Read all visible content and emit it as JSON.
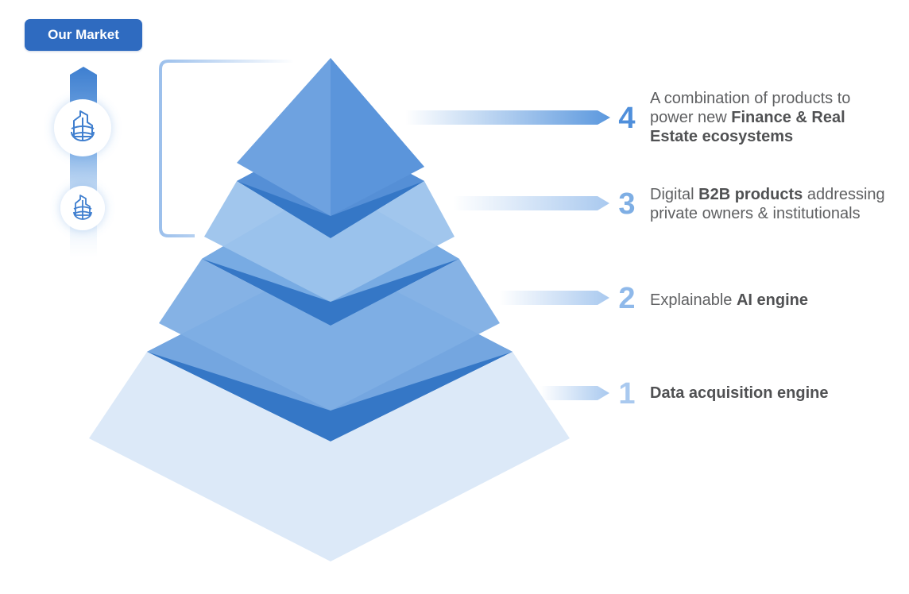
{
  "header": {
    "button_label": "Our Market"
  },
  "pyramid": {
    "levels": [
      {
        "number": "1",
        "parts": [
          {
            "text": "Data acquisition engine",
            "bold": true
          }
        ]
      },
      {
        "number": "2",
        "parts": [
          {
            "text": "Explainable ",
            "bold": false
          },
          {
            "text": "AI engine",
            "bold": true
          }
        ]
      },
      {
        "number": "3",
        "parts": [
          {
            "text": "Digital ",
            "bold": false
          },
          {
            "text": "B2B products",
            "bold": true
          },
          {
            "text": " addressing private owners & institutionals",
            "bold": false
          }
        ]
      },
      {
        "number": "4",
        "parts": [
          {
            "text": "A combination of products to power new ",
            "bold": false
          },
          {
            "text": "Finance & Real Estate ecosystems",
            "bold": true
          }
        ]
      }
    ]
  },
  "icons": {
    "top": "building-globe-icon",
    "bottom": "building-globe-icon"
  },
  "colors": {
    "button": "#2f6bc0",
    "layer_dark": "#3577c6",
    "layer_mid": "#7eaee4",
    "layer_light": "#dce9f8",
    "number": "#5b98de",
    "text": "#5f6062"
  }
}
